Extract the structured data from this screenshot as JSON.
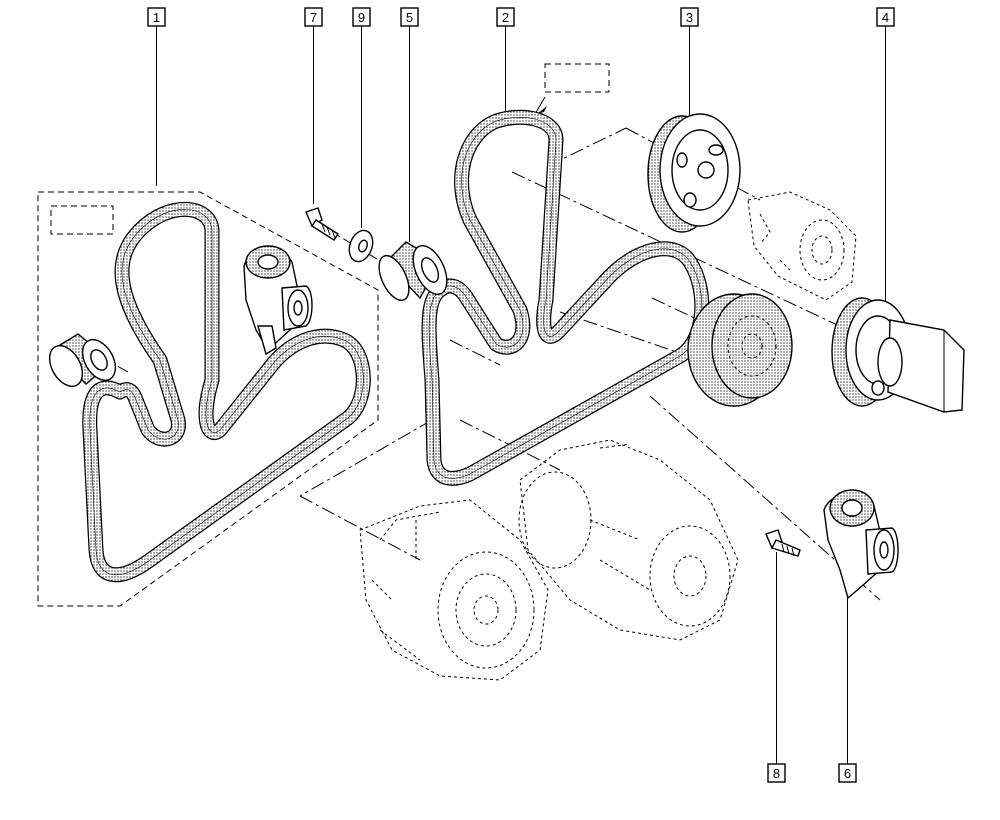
{
  "diagram": {
    "callouts": [
      {
        "id": "belt-kit-1",
        "label": "1"
      },
      {
        "id": "belt-2",
        "label": "2"
      },
      {
        "id": "pulley-3",
        "label": "3"
      },
      {
        "id": "pulley-4",
        "label": "4"
      },
      {
        "id": "idler-5",
        "label": "5"
      },
      {
        "id": "tensioner-6",
        "label": "6"
      },
      {
        "id": "bolt-7",
        "label": "7"
      },
      {
        "id": "bolt-8",
        "label": "8"
      },
      {
        "id": "washer-9",
        "label": "9"
      }
    ]
  }
}
